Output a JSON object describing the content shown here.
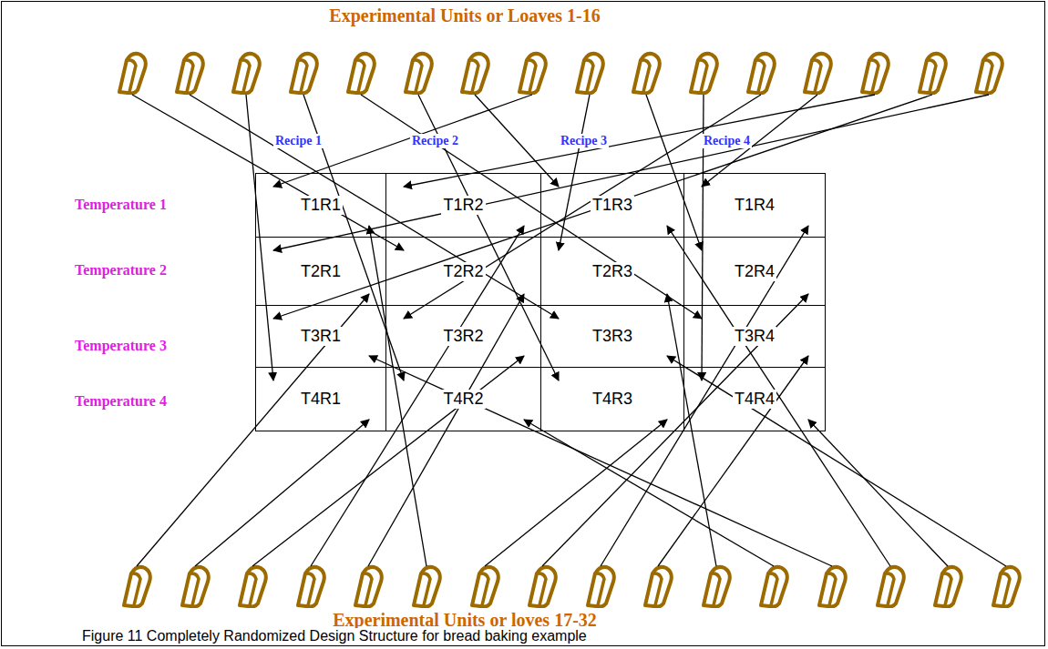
{
  "diagram": {
    "title": "Experimental Units or Loaves 1-16",
    "caption": "Figure 11 Completely Randomized Design Structure for bread baking example",
    "nodes": [
      {
        "text": [
          "T1R1"
        ]
      },
      {
        "text": [
          "T1R2"
        ]
      },
      {
        "text": [
          "T1R3"
        ]
      },
      {
        "text": [
          "T1R4"
        ]
      },
      {
        "text": [
          "T2R1"
        ]
      },
      {
        "text": [
          "T2R2"
        ]
      },
      {
        "text": [
          "T2R3"
        ]
      },
      {
        "text": [
          "T2R4"
        ]
      },
      {
        "text": [
          "T3R1"
        ]
      },
      {
        "text": [
          "T3R2"
        ]
      },
      {
        "text": [
          "T3R3"
        ]
      },
      {
        "text": [
          "T3R4"
        ]
      },
      {
        "text": [
          "T4R1"
        ]
      },
      {
        "text": [
          "T4R2"
        ]
      },
      {
        "text": [
          "T4R3"
        ]
      },
      {
        "text": [
          "T4R4"
        ]
      }
    ],
    "labels": [
      "Recipe 1",
      "Recipe 2",
      "Recipe 3",
      "Recipe 4",
      "Temperature 1",
      "Temperature 2",
      "Temperature 3",
      "Temperature 4",
      "Experimental Units or loves 17-32"
    ]
  }
}
